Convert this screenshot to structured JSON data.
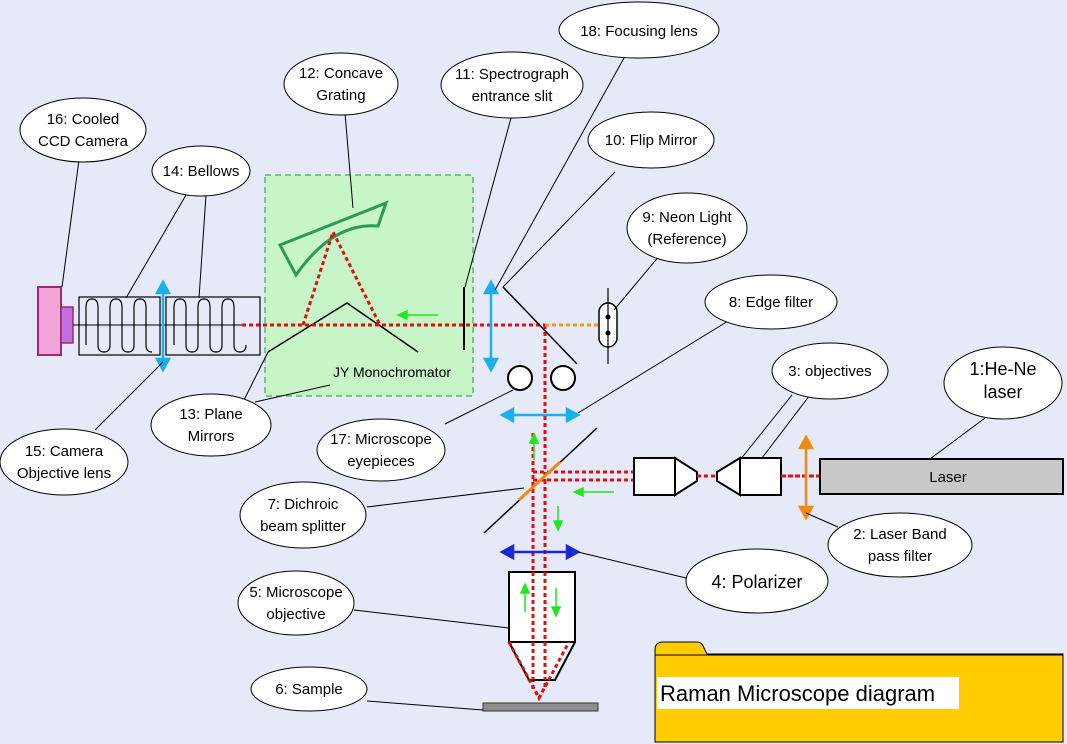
{
  "diagram": {
    "title": "Raman Microscope diagram",
    "monochromator_label": "JY Monochromator",
    "laser_box_label": "Laser",
    "callouts": {
      "c1": [
        "1:He-Ne",
        "laser"
      ],
      "c2": [
        "2: Laser Band",
        "pass filter"
      ],
      "c3": [
        "3:  objectives"
      ],
      "c4": [
        "4: Polarizer"
      ],
      "c5": [
        "5: Microscope",
        "objective"
      ],
      "c6": [
        "6: Sample"
      ],
      "c7": [
        "7: Dichroic",
        "beam splitter"
      ],
      "c8": [
        "8: Edge filter"
      ],
      "c9": [
        "9: Neon Light",
        "(Reference)"
      ],
      "c10": [
        "10: Flip Mirror"
      ],
      "c11": [
        "11: Spectrograph",
        "entrance slit"
      ],
      "c12": [
        "12: Concave",
        "Grating"
      ],
      "c13": [
        "13: Plane",
        "Mirrors"
      ],
      "c14": [
        "14: Bellows"
      ],
      "c15": [
        "15: Camera",
        "Objective lens"
      ],
      "c16": [
        "16: Cooled",
        "CCD Camera"
      ],
      "c17": [
        "17: Microscope",
        "eyepieces"
      ],
      "c18": [
        "18: Focusing lens"
      ]
    },
    "colors": {
      "background": "#e6e9f8",
      "beam_red": "#e01010",
      "beam_orange": "#f0962a",
      "arrow_green": "#1ee81e",
      "lens_cyan": "#1ab0ec",
      "polarizer_blue": "#1a2ad6",
      "filter_orange": "#f08a10",
      "monochromator_fill": "#c8f5c8",
      "monochromator_border": "#3caa5a",
      "grating_green": "#2a9a5a",
      "ccd_pink": "#f0a4d8",
      "ccd_border": "#a02870",
      "ccd_window": "#c070e0",
      "laser_gray": "#c8c8c8",
      "folder_yellow": "#ffcc00"
    }
  }
}
